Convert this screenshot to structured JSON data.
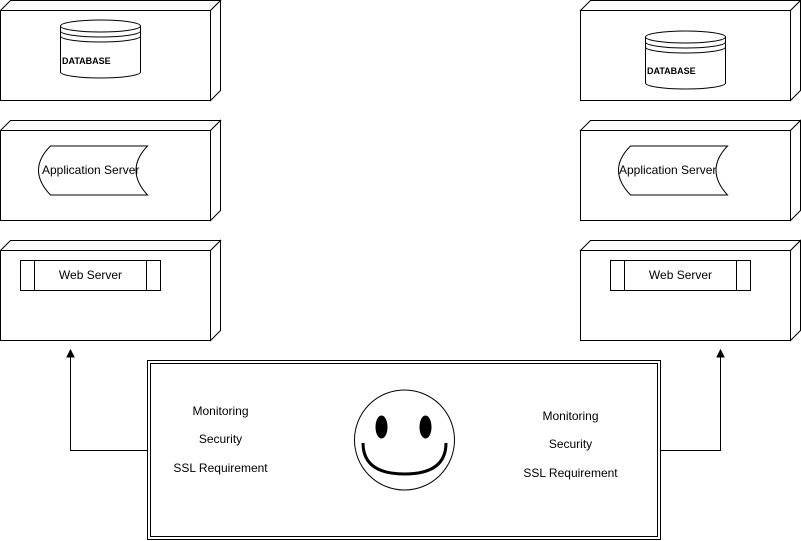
{
  "left_stack": {
    "database": "DATABASE",
    "application_server": "Application Server",
    "web_server": "Web Server"
  },
  "right_stack": {
    "database": "DATABASE",
    "application_server": "Application Server",
    "web_server": "Web Server"
  },
  "center_panel": {
    "left_list": [
      "Monitoring",
      "Security",
      "SSL Requirement"
    ],
    "right_list": [
      "Monitoring",
      "Security",
      "SSL Requirement"
    ],
    "emoji": "smiley-face-icon"
  }
}
